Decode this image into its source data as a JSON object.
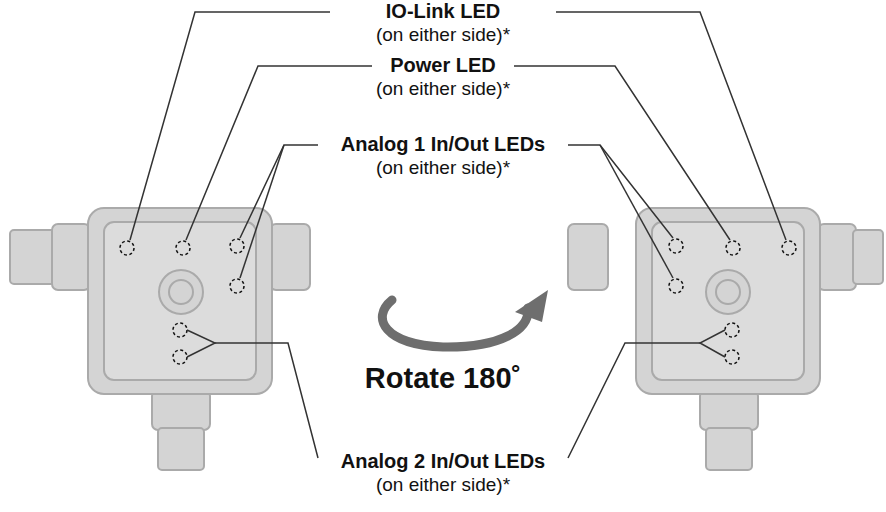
{
  "diagram": {
    "labels": [
      "IO-Link LED",
      "(on either side)*",
      "Power LED",
      "(on either side)*",
      "Analog 1 In/Out LEDs",
      "(on either side)*",
      "Rotate 180˚",
      "Analog 2 In/Out LEDs",
      "(on either side)*"
    ]
  }
}
